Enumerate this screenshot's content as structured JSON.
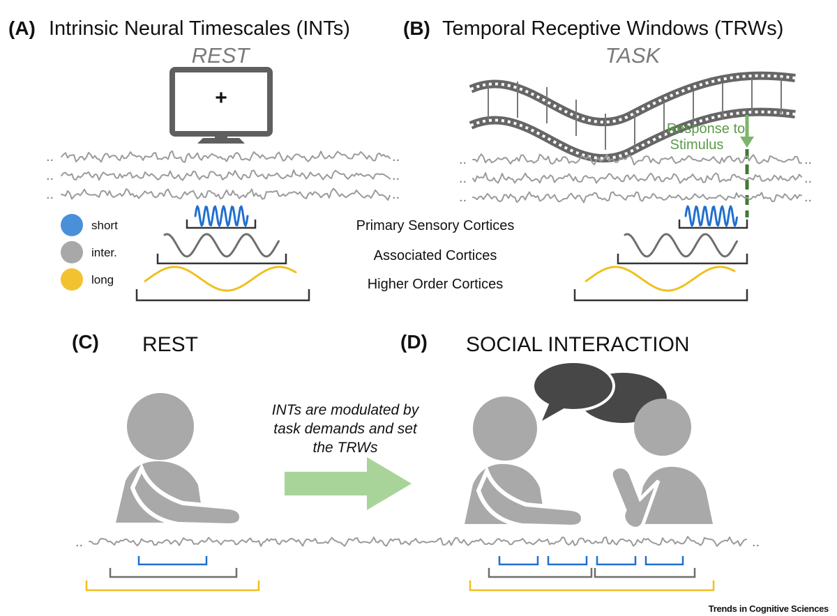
{
  "panels": {
    "a": {
      "tag": "(A)",
      "title": "Intrinsic Neural Timescales (INTs)",
      "state": "REST"
    },
    "b": {
      "tag": "(B)",
      "title": "Temporal Receptive Windows (TRWs)",
      "state": "TASK",
      "response_line1": "Response to",
      "response_line2": "Stimulus"
    },
    "c": {
      "tag": "(C)",
      "title": "REST"
    },
    "d": {
      "tag": "(D)",
      "title": "SOCIAL INTERACTION"
    }
  },
  "monitor": {
    "symbol": "+"
  },
  "legend": [
    {
      "key": "short",
      "label": "short",
      "color": "#4a90d9"
    },
    {
      "key": "inter",
      "label": "inter.",
      "color": "#a8a8a8"
    },
    {
      "key": "long",
      "label": "long",
      "color": "#f2c230"
    }
  ],
  "regions": [
    "Primary Sensory Cortices",
    "Associated Cortices",
    "Higher Order Cortices"
  ],
  "transition_text": [
    "INTs are modulated by",
    "task demands and set",
    "the TRWs"
  ],
  "continuation": "..",
  "footer": "Trends in Cognitive Sciences",
  "colors": {
    "short": "#1f6fcf",
    "inter": "#6e6e6e",
    "long": "#f0c020",
    "signal": "#9a9a9a",
    "figure": "#a9a9a9",
    "bubble": "#474747",
    "arrow": "#a8d49a",
    "response": "#5a9a4a"
  }
}
